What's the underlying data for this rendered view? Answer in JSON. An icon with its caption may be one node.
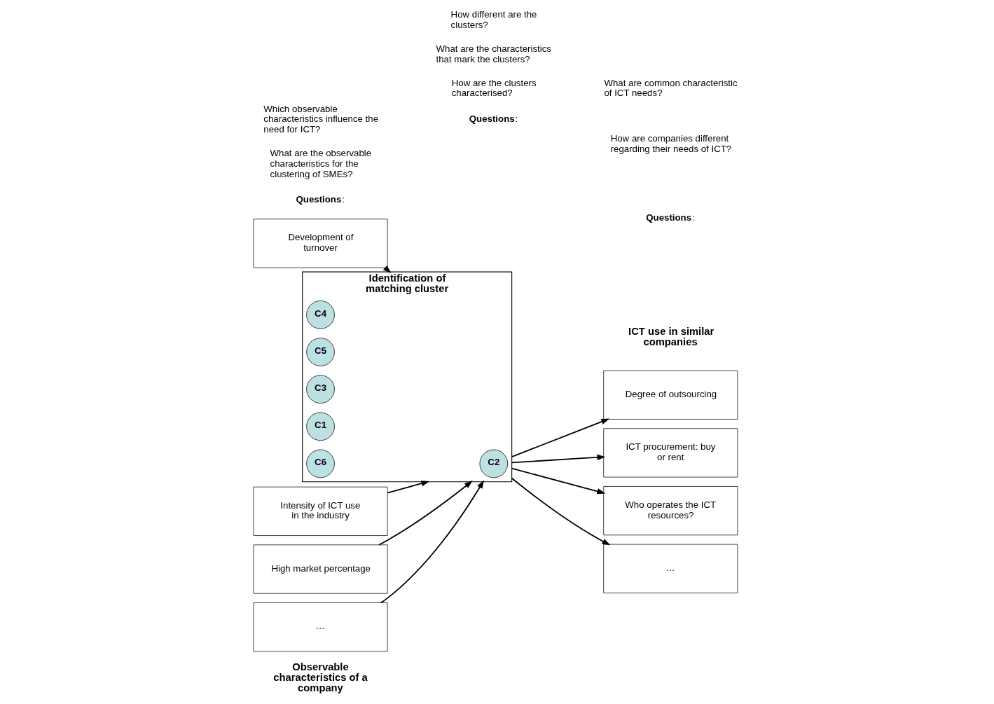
{
  "diagram": {
    "nodes": [
      {
        "text": [
          "Development of turnover"
        ]
      },
      {
        "text": [
          "Intensity of ICT use in the industry"
        ]
      },
      {
        "text": [
          "High market percentage"
        ]
      },
      {
        "text": [
          "…"
        ]
      },
      {
        "text": [
          "Identification of matching cluster"
        ]
      },
      {
        "text": [
          "C4"
        ],
        "in": 4
      },
      {
        "text": [
          "C5"
        ],
        "in": 4
      },
      {
        "text": [
          "C3"
        ],
        "in": 4
      },
      {
        "text": [
          "C2"
        ],
        "in": 4
      },
      {
        "text": [
          "C1"
        ],
        "in": 4
      },
      {
        "text": [
          "C6"
        ],
        "in": 4
      },
      {
        "text": [
          "Degree of outsourcing"
        ]
      },
      {
        "text": [
          "ICT procurement: buy or rent"
        ]
      },
      {
        "text": [
          "Who operates the ICT resources?"
        ]
      },
      {
        "text": [
          "…"
        ]
      }
    ],
    "edges": [
      {
        "from": 0,
        "to": 4,
        "arrow": "to"
      },
      {
        "from": 1,
        "to": 4,
        "arrow": "to"
      },
      {
        "from": 2,
        "to": 4,
        "arrow": "to"
      },
      {
        "from": 3,
        "to": 4,
        "arrow": "to"
      },
      {
        "from": 4,
        "to": 11,
        "arrow": "to"
      },
      {
        "from": 4,
        "to": 12,
        "arrow": "to"
      },
      {
        "from": 4,
        "to": 13,
        "arrow": "to"
      },
      {
        "from": 4,
        "to": 14,
        "arrow": "to"
      }
    ],
    "labels": [
      "Observable characteristics of a company",
      "ICT use in similar companies",
      "**Questions**:",
      "What are the observable characteristics for the clustering of SMEs?",
      "Which observable characteristics influence the need for ICT?",
      "**Questions**:",
      "What are the characteristics that mark the clusters?",
      "How different are the clusters?",
      "How are the clusters characterised?",
      "**Questions**:",
      "How are companies different regarding their needs of ICT?",
      "What are common characteristic of ICT needs?"
    ]
  }
}
